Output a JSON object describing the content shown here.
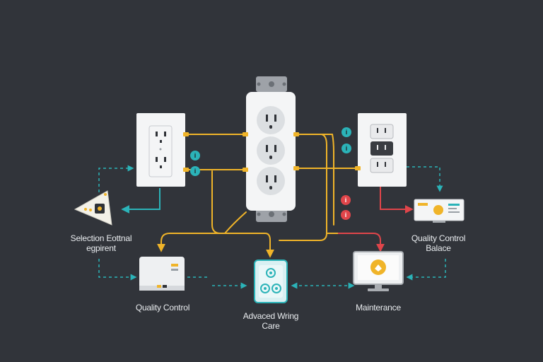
{
  "labels": {
    "selection_line1": "Selection Eottnal",
    "selection_line2": "egpirent",
    "quality_control": "Quality Control",
    "wiring_line1": "Advaced Wring",
    "wiring_line2": "Care",
    "maintenance": "Mainterance",
    "qc_balance_line1": "Quality Control",
    "qc_balance_line2": "Balace"
  },
  "badges": {
    "teal": [
      "i",
      "i",
      "i",
      "i"
    ],
    "red": [
      "i",
      "i"
    ]
  },
  "colors": {
    "background": "#31343a",
    "wire_yellow": "#f0b429",
    "teal": "#2bb3b8",
    "red": "#e0454a",
    "outlet_white": "#f4f5f6",
    "socket_gray": "#d9dcdf"
  }
}
